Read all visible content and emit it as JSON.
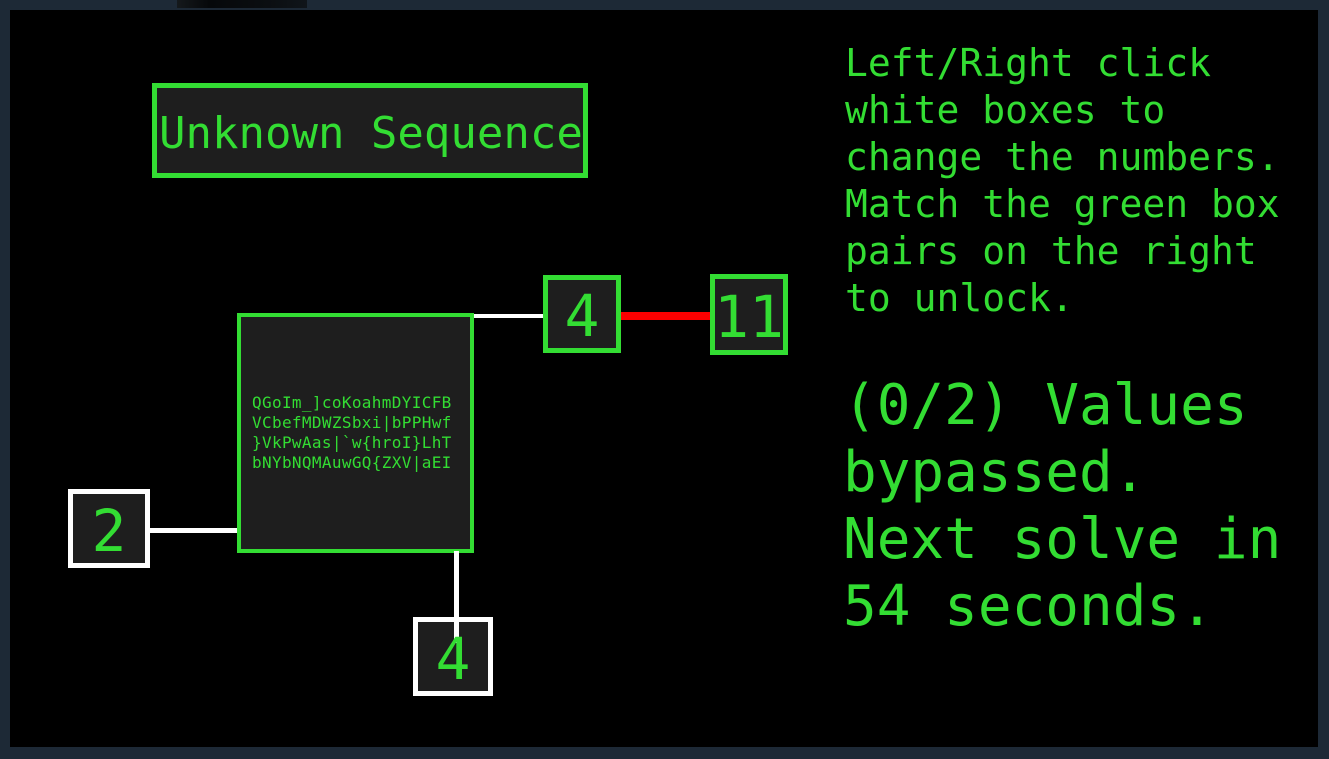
{
  "window": {
    "frame_color": "#1d2936",
    "background": "#000000"
  },
  "title": "Unknown Sequence",
  "instructions": "Left/Right click\nwhite boxes to\nchange the numbers.\nMatch the green box\npairs on the right\nto unlock.",
  "status": "(0/2) Values\nbypassed.\nNext solve in\n54 seconds.",
  "status_progress": "0/2",
  "status_next_solve_seconds": "54",
  "cipher": {
    "lines": [
      "QGoIm_]coKoahmDYICFB",
      "VCbefMDWZSbxi|bPPHwf",
      "}VkPwAas|`w{hroI}LhT",
      "bNYbNQMAuwGQ{ZXV|aEI"
    ]
  },
  "nodes": {
    "top_green": {
      "value": "4",
      "style": "green"
    },
    "right_green": {
      "value": "11",
      "style": "green"
    },
    "left_white": {
      "value": "2",
      "style": "white"
    },
    "bottom_white": {
      "value": "4",
      "style": "white"
    }
  },
  "connections": [
    {
      "from": "terminal",
      "to": "top_green",
      "color": "#ffffff"
    },
    {
      "from": "top_green",
      "to": "right_green",
      "color": "#fb0000"
    },
    {
      "from": "left_white",
      "to": "terminal",
      "color": "#ffffff"
    },
    {
      "from": "terminal",
      "to": "bottom_white",
      "color": "#ffffff"
    }
  ],
  "colors": {
    "green": "#33dd33",
    "red": "#fb0000",
    "white": "#ffffff",
    "box_fill": "#1e1e1e"
  }
}
